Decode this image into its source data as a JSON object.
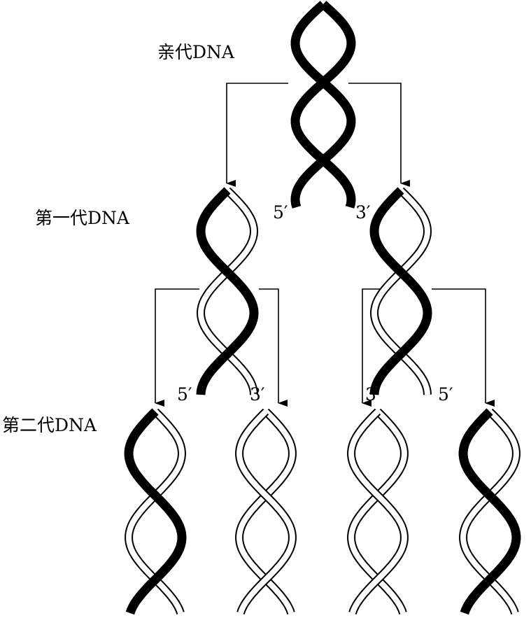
{
  "labels": {
    "parent": "亲代DNA",
    "gen1": "第一代DNA",
    "gen2": "第二代DNA"
  },
  "end_labels": {
    "parent_left": "5′",
    "parent_right": "3′",
    "g1_left_a": "5′",
    "g1_left_b": "3′",
    "g1_right_a": "3′",
    "g1_right_b": "5′"
  },
  "helices": [
    {
      "id": "parent",
      "strands": [
        "old",
        "old"
      ]
    },
    {
      "id": "gen1-left",
      "strands": [
        "new",
        "old"
      ]
    },
    {
      "id": "gen1-right",
      "strands": [
        "new",
        "old"
      ]
    },
    {
      "id": "gen2-1",
      "strands": [
        "new",
        "old"
      ]
    },
    {
      "id": "gen2-2",
      "strands": [
        "new",
        "new"
      ]
    },
    {
      "id": "gen2-3",
      "strands": [
        "new",
        "new"
      ]
    },
    {
      "id": "gen2-4",
      "strands": [
        "new",
        "old"
      ]
    }
  ],
  "colors": {
    "old_strand": "#000000",
    "new_strand": "#ffffff",
    "outline": "#000000"
  }
}
